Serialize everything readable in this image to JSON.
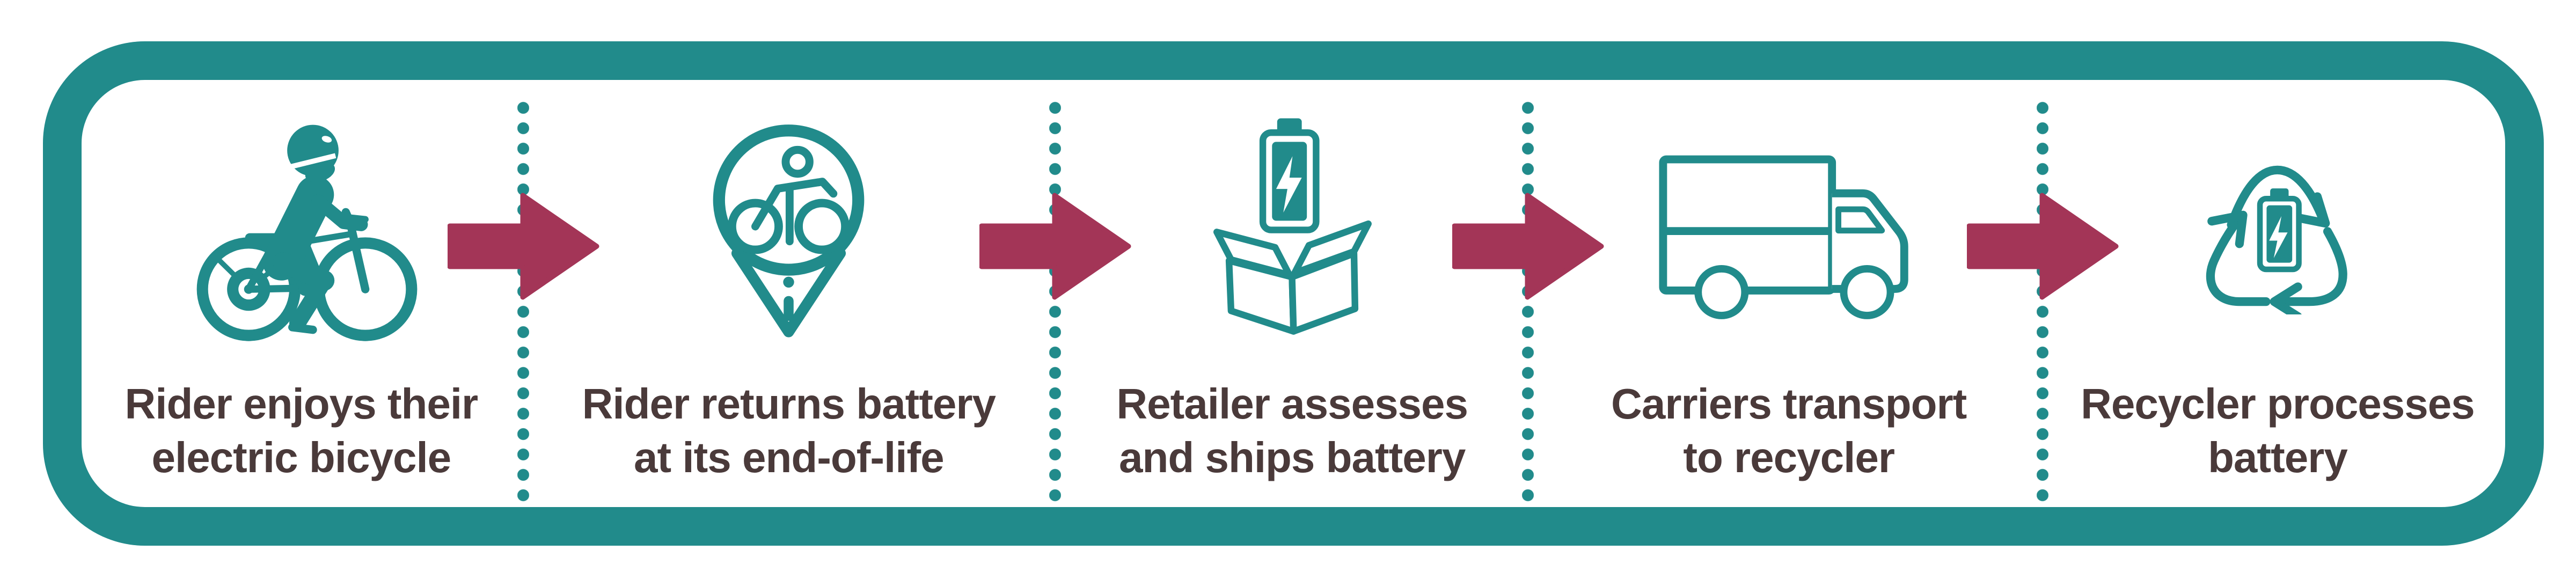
{
  "colors": {
    "teal": "#218B8B",
    "berry": "#A33557",
    "text": "#4A3A3A",
    "background": "#FFFFFF"
  },
  "flow": {
    "steps": [
      {
        "icon": "cyclist-icon",
        "lines": [
          "Rider enjoys their",
          "electric bicycle"
        ]
      },
      {
        "icon": "battery-return-location-icon",
        "lines": [
          "Rider returns battery",
          "at its end-of-life"
        ]
      },
      {
        "icon": "battery-in-box-icon",
        "lines": [
          "Retailer assesses",
          "and ships battery"
        ]
      },
      {
        "icon": "delivery-truck-icon",
        "lines": [
          "Carriers transport",
          "to recycler"
        ]
      },
      {
        "icon": "battery-recycling-icon",
        "lines": [
          "Recycler processes",
          "battery"
        ]
      }
    ]
  }
}
